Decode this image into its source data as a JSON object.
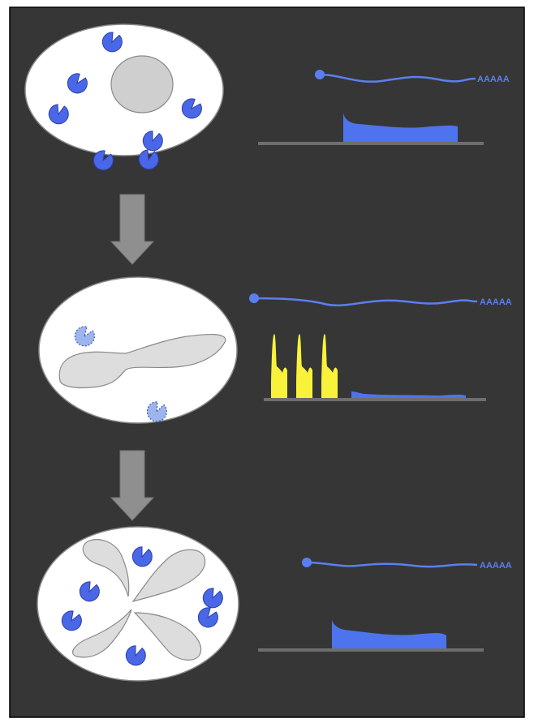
{
  "colors": {
    "panel_background": "#363636",
    "panel_border": "#000000",
    "cell_fill": "#ffffff",
    "cell_stroke": "#8a8a8a",
    "nucleus_fill": "#cfcfcf",
    "organelle_fill": "#dddddd",
    "granule_blue": "#4a67e8",
    "granule_dispersed": "#9db4ec",
    "mrna_line": "#5b7ff0",
    "profile_fill": "#4d74ee",
    "polysome_peaks": "#f8f23a",
    "baseline": "#6e6e6e",
    "arrow": "#8f8f8f"
  },
  "icons": {
    "granule": "pacman-granule-icon",
    "transition": "down-arrow-icon"
  },
  "stages": [
    {
      "name": "stage-1",
      "polyA_label": "AAAAA",
      "has_polysome_peaks": false
    },
    {
      "name": "stage-2",
      "polyA_label": "AAAAA",
      "has_polysome_peaks": true,
      "polysome_peak_count": 3
    },
    {
      "name": "stage-3",
      "polyA_label": "AAAAA",
      "has_polysome_peaks": false
    }
  ]
}
